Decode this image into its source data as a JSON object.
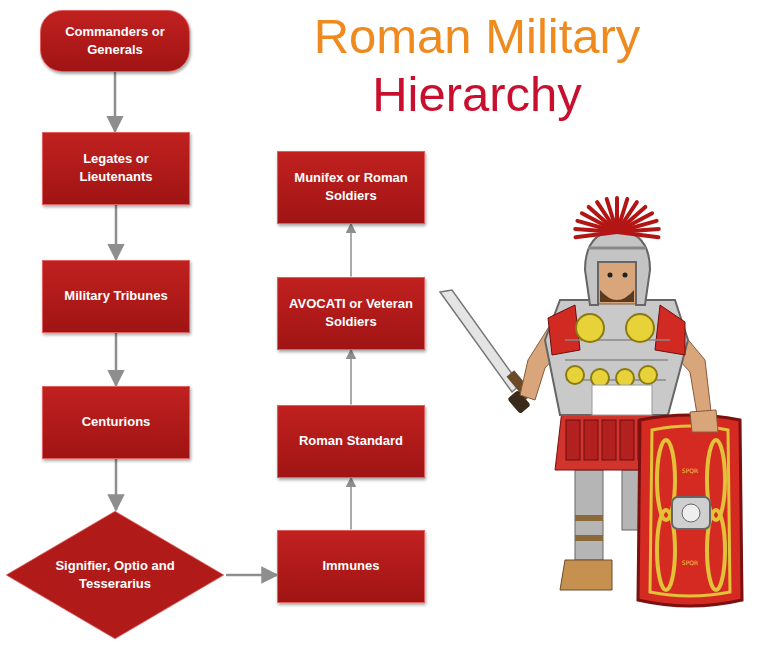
{
  "diagram": {
    "title": "Roman Military Hierarchy",
    "nodes": [
      {
        "text": [
          "Commanders or Generals"
        ]
      },
      {
        "text": [
          "Legates or Lieutenants"
        ]
      },
      {
        "text": [
          "Military Tribunes"
        ]
      },
      {
        "text": [
          "Centurions"
        ]
      },
      {
        "text": [
          "Signifier, Optio and Tesserarius"
        ]
      },
      {
        "text": [
          "Immunes"
        ]
      },
      {
        "text": [
          "Roman Standard"
        ]
      },
      {
        "text": [
          "AVOCATI or Veteran Soldiers"
        ]
      },
      {
        "text": [
          "Munifex or Roman Soldiers"
        ]
      }
    ],
    "edges": [
      {
        "from": 0,
        "to": 1,
        "arrow": "to"
      },
      {
        "from": 1,
        "to": 2,
        "arrow": "to"
      },
      {
        "from": 2,
        "to": 3,
        "arrow": "to"
      },
      {
        "from": 3,
        "to": 4,
        "arrow": "to"
      },
      {
        "from": 4,
        "to": 5,
        "arrow": "to"
      },
      {
        "from": 5,
        "to": 6,
        "arrow": "to"
      },
      {
        "from": 6,
        "to": 7,
        "arrow": "to"
      },
      {
        "from": 7,
        "to": 8,
        "arrow": "to"
      }
    ],
    "labels": [
      "SPQR",
      "SPQR"
    ]
  }
}
